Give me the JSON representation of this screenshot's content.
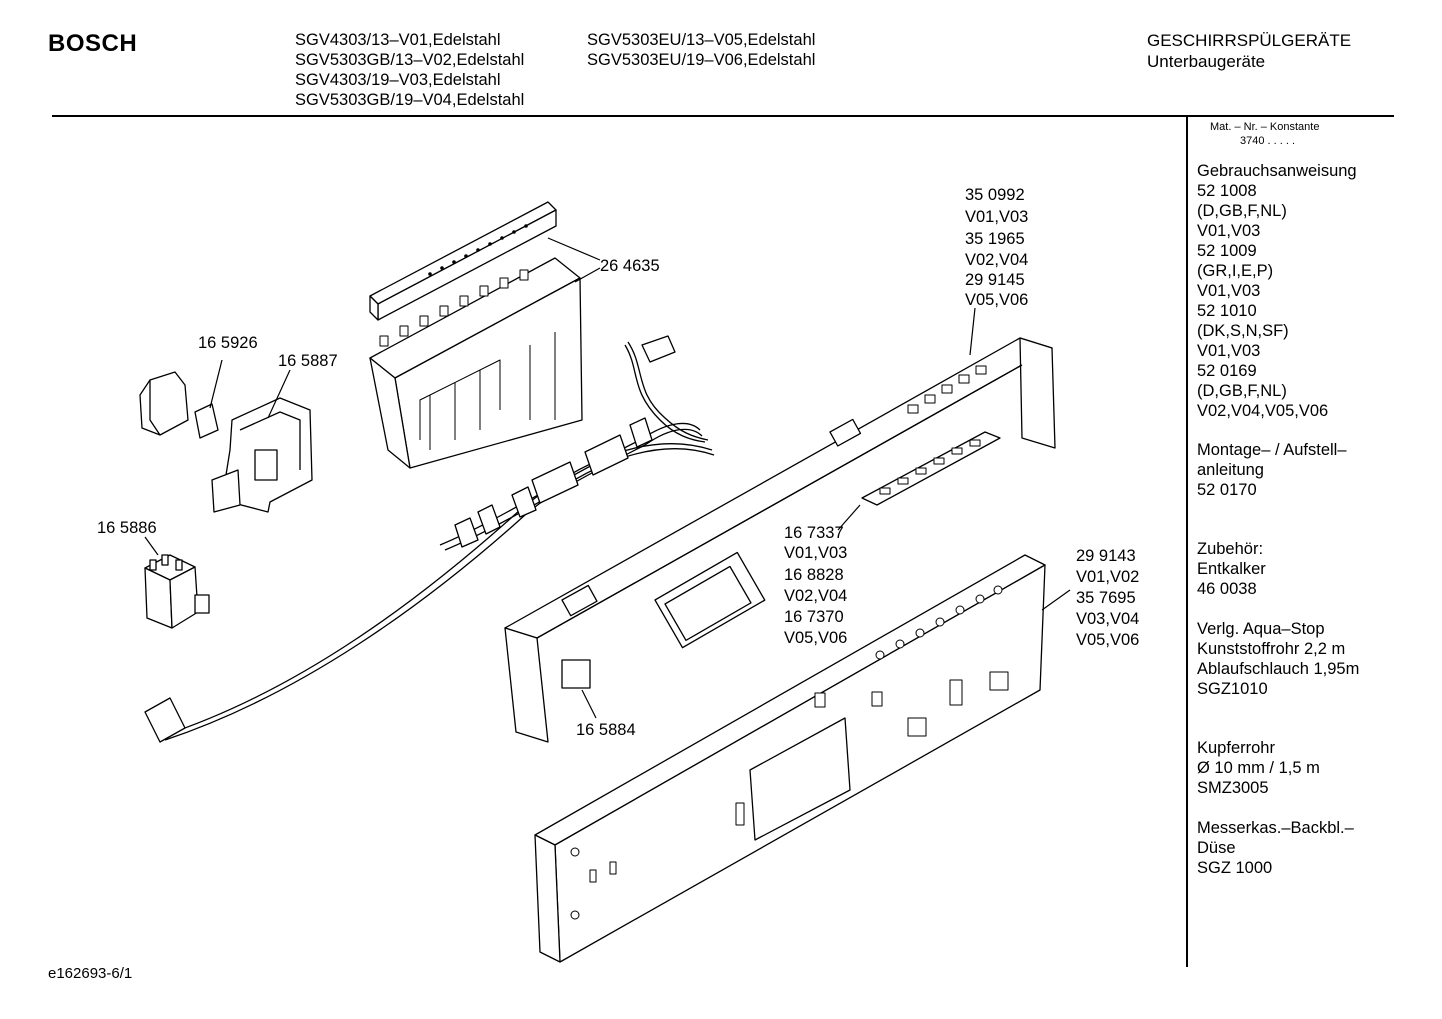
{
  "header": {
    "brand": "BOSCH",
    "models_col1": [
      "SGV4303/13–V01,Edelstahl",
      "SGV5303GB/13–V02,Edelstahl",
      "SGV4303/19–V03,Edelstahl",
      "SGV5303GB/19–V04,Edelstahl"
    ],
    "models_col2": [
      "SGV5303EU/13–V05,Edelstahl",
      "SGV5303EU/19–V06,Edelstahl"
    ],
    "category": "GESCHIRRSPÜLGERÄTE",
    "subcategory": "Unterbaugeräte"
  },
  "sidebar": {
    "mat_label": "Mat. – Nr. – Konstante",
    "mat_value": "3740 .  .  .  .  .",
    "groups": [
      {
        "lines": [
          "Gebrauchsanweisung",
          "52 1008",
          "(D,GB,F,NL)",
          "V01,V03",
          "52 1009",
          "(GR,I,E,P)",
          "V01,V03",
          "52 1010",
          "(DK,S,N,SF)",
          "V01,V03",
          "52 0169",
          "(D,GB,F,NL)",
          "V02,V04,V05,V06"
        ]
      },
      {
        "lines": [
          "Montage– / Aufstell–",
          "anleitung",
          "52 0170"
        ]
      },
      {
        "lines": [
          "Zubehör:",
          "Entkalker",
          "46 0038"
        ]
      },
      {
        "lines": [
          "Verlg. Aqua–Stop",
          "Kunststoffrohr 2,2 m",
          "Ablaufschlauch 1,95m",
          "SGZ1010"
        ]
      },
      {
        "lines": [
          "Kupferrohr",
          "Ø 10 mm / 1,5 m",
          "SMZ3005"
        ]
      },
      {
        "lines": [
          "Messerkas.–Backbl.–",
          "Düse",
          "SGZ 1000"
        ]
      }
    ]
  },
  "callouts": {
    "c264635": "26 4635",
    "c165926": "16 5926",
    "c165887": "16 5887",
    "c165886": "16 5886",
    "c165884": "16 5884",
    "panel_top": [
      "35 0992",
      "V01,V03",
      "35 1965",
      "V02,V04",
      "29 9145",
      "V05,V06"
    ],
    "keys": [
      "16 7337",
      "V01,V03",
      "16 8828",
      "V02,V04",
      "16 7370",
      "V05,V06"
    ],
    "panel_bottom": [
      "29 9143",
      "V01,V02",
      "35 7695",
      "V03,V04",
      "V05,V06"
    ]
  },
  "footer": {
    "code": "e162693-6/1"
  }
}
